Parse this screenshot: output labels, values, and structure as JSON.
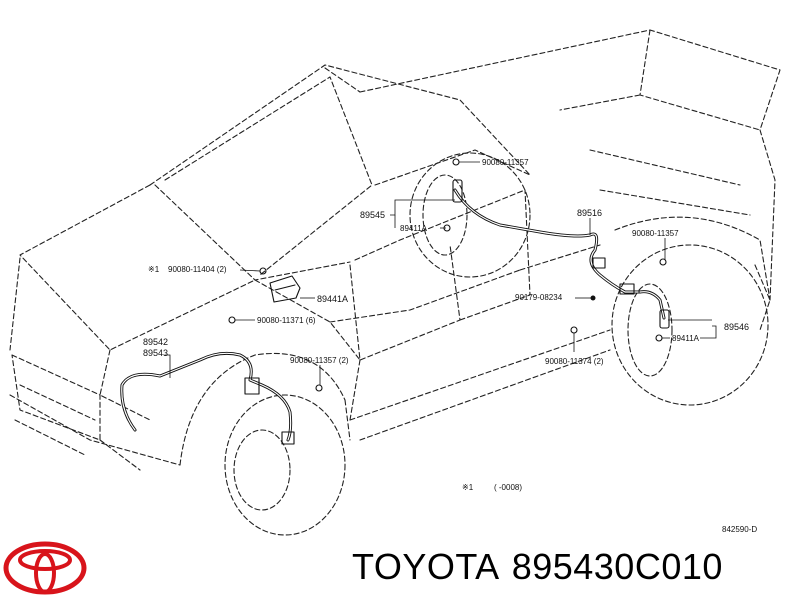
{
  "labels": {
    "bolt_rear_upper": "90080-11357",
    "sensor_rear": "89545",
    "clip_rear": "89411A",
    "harness_rear": "89516",
    "bolt_rear_right": "90080-11357",
    "note_marker": "※1",
    "bolt_ecu": "90080-11404 (2)",
    "ecu_sensor": "89441A",
    "clamp_harness": "90179-08234",
    "bolt_harness": "90080-11371 (6)",
    "sensor_front_1": "89542",
    "sensor_front_2": "89543",
    "bolt_front_wheel": "90080-11357 (2)",
    "bolt_rear_lower": "90080-11374 (2)",
    "sensor_rear_right": "89546",
    "clip_rear_right": "89411A",
    "footnote_marker": "※1",
    "footnote_range": "(      -0008)",
    "diagram_code": "842590-D"
  },
  "brand": {
    "make": "TOYOTA",
    "part_number": "895430C010",
    "logo_icon": "toyota-logo-icon",
    "logo_color": "#d8141b"
  }
}
